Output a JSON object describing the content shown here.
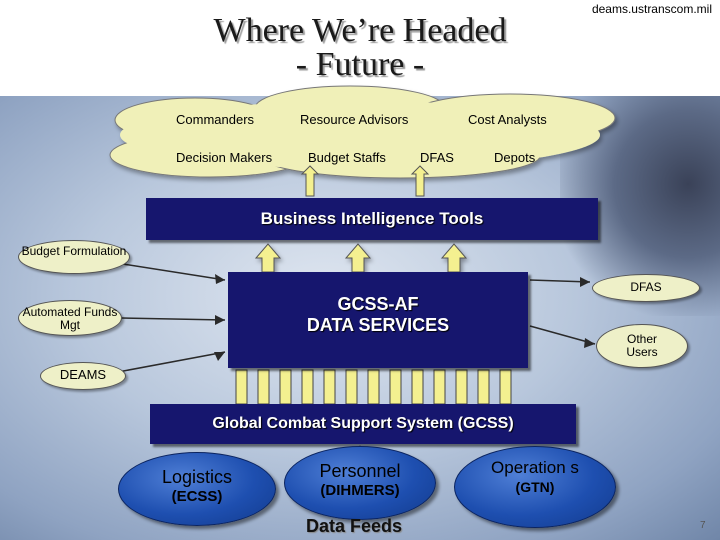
{
  "header": {
    "title_line1": "Where We’re Headed",
    "title_line2": "- Future -",
    "url": "deams.ustranscom.mil"
  },
  "cloud": {
    "row1": [
      "Commanders",
      "Resource Advisors",
      "Cost Analysts"
    ],
    "row2": [
      "Decision Makers",
      "Budget Staffs",
      "DFAS",
      "Depots"
    ]
  },
  "bi_tools": "Business Intelligence Tools",
  "left_nodes": {
    "budget": "Budget Formulation",
    "afm": "Automated Funds Mgt",
    "deams": "DEAMS"
  },
  "right_nodes": {
    "dfas": "DFAS",
    "other": "Other Users"
  },
  "core": {
    "line1": "GCSS-AF",
    "line2": "DATA SERVICES"
  },
  "gcss": "Global Combat Support System (GCSS)",
  "feeds": {
    "logistics": {
      "name": "Logistics",
      "sub": "(ECSS)"
    },
    "personnel": {
      "name": "Personnel",
      "sub": "(DIHMERS)"
    },
    "operations": {
      "name": "Operation s",
      "sub": "(GTN)"
    }
  },
  "data_feeds": "Data Feeds",
  "page_number": "7",
  "colors": {
    "navy": "#16166e",
    "arrow_yellow": "#f4f090",
    "cloud_fill": "#f0f0b8",
    "oval_blue": "#1e4fb0"
  }
}
